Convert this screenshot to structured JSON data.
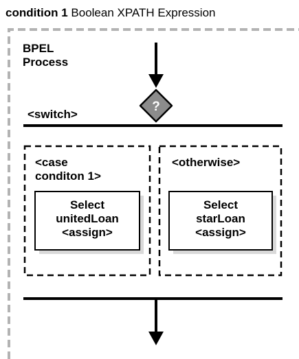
{
  "caption": {
    "condition_label": "condition 1",
    "description": "Boolean XPATH Expression"
  },
  "process": {
    "label_line1": "BPEL",
    "label_line2": "Process"
  },
  "decision_symbol": "?",
  "switch_label": "<switch>",
  "case_branch": {
    "label_line1": "<case",
    "label_line2": "conditon 1>",
    "activity_line1": "Select",
    "activity_line2": "unitedLoan",
    "activity_line3": "<assign>"
  },
  "otherwise_branch": {
    "label": "<otherwise>",
    "activity_line1": "Select",
    "activity_line2": "starLoan",
    "activity_line3": "<assign>"
  },
  "colors": {
    "process_border": "#b3b3b3",
    "line": "#000000",
    "decision_fill": "#8c8c8c",
    "shadow": "#d9d9d9"
  }
}
